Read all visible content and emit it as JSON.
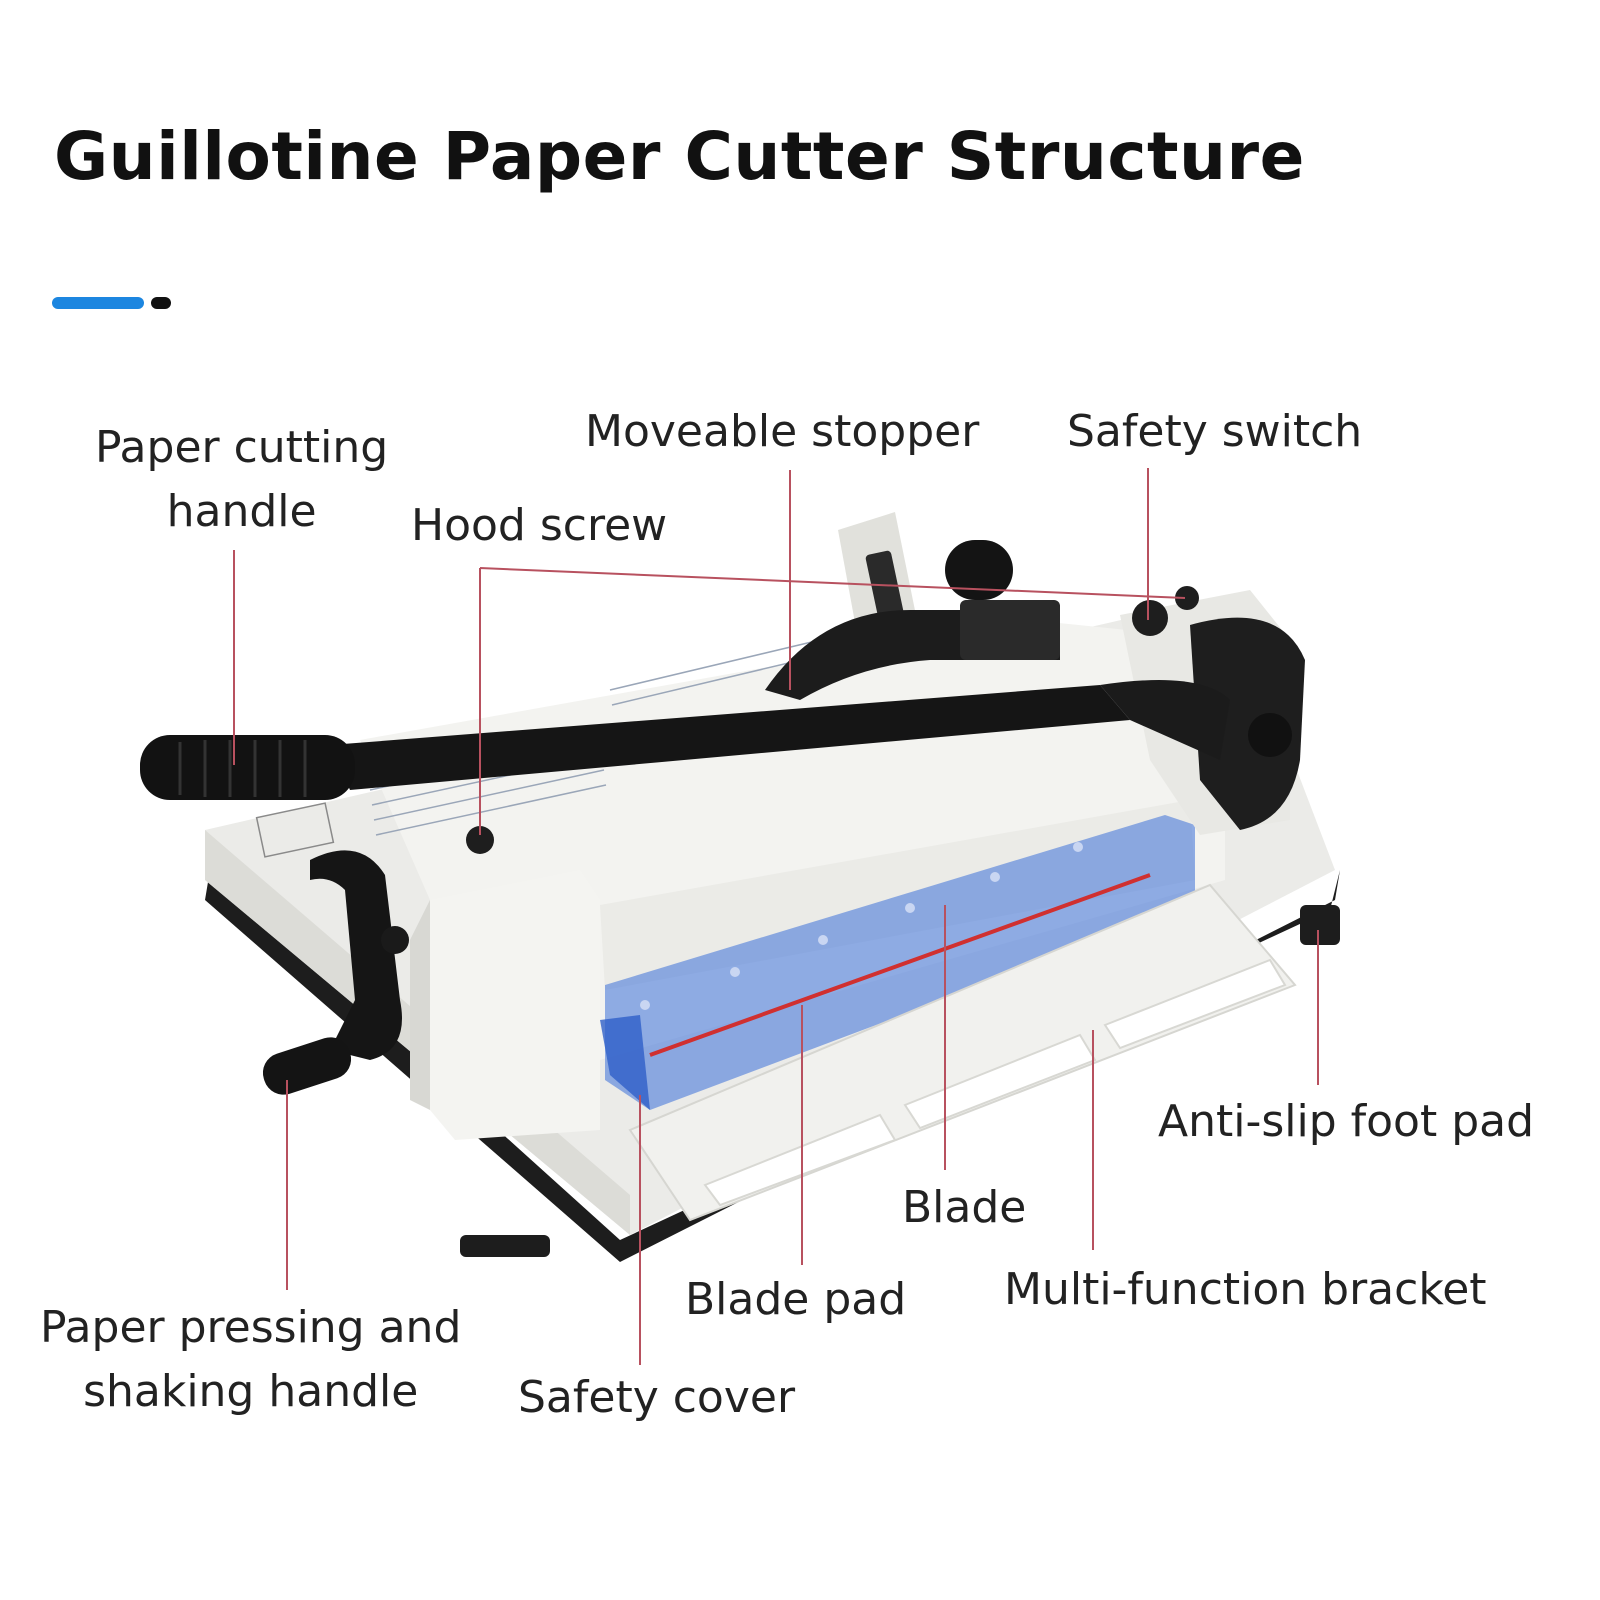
{
  "title": "Guillotine Paper Cutter Structure",
  "colors": {
    "accent": "#1c86e0",
    "leader": "#b8515f",
    "blade_pad": "#d03030",
    "safety_cover": "#3a6fd8"
  },
  "labels": {
    "paper_cutting_handle": [
      "Paper cutting",
      "handle"
    ],
    "moveable_stopper": "Moveable stopper",
    "safety_switch": "Safety switch",
    "hood_screw": "Hood screw",
    "anti_slip_foot_pad": "Anti-slip foot pad",
    "blade": "Blade",
    "multi_function_bracket": "Multi-function bracket",
    "blade_pad": "Blade pad",
    "paper_pressing_handle": [
      "Paper pressing and",
      "shaking handle"
    ],
    "safety_cover": "Safety cover"
  }
}
